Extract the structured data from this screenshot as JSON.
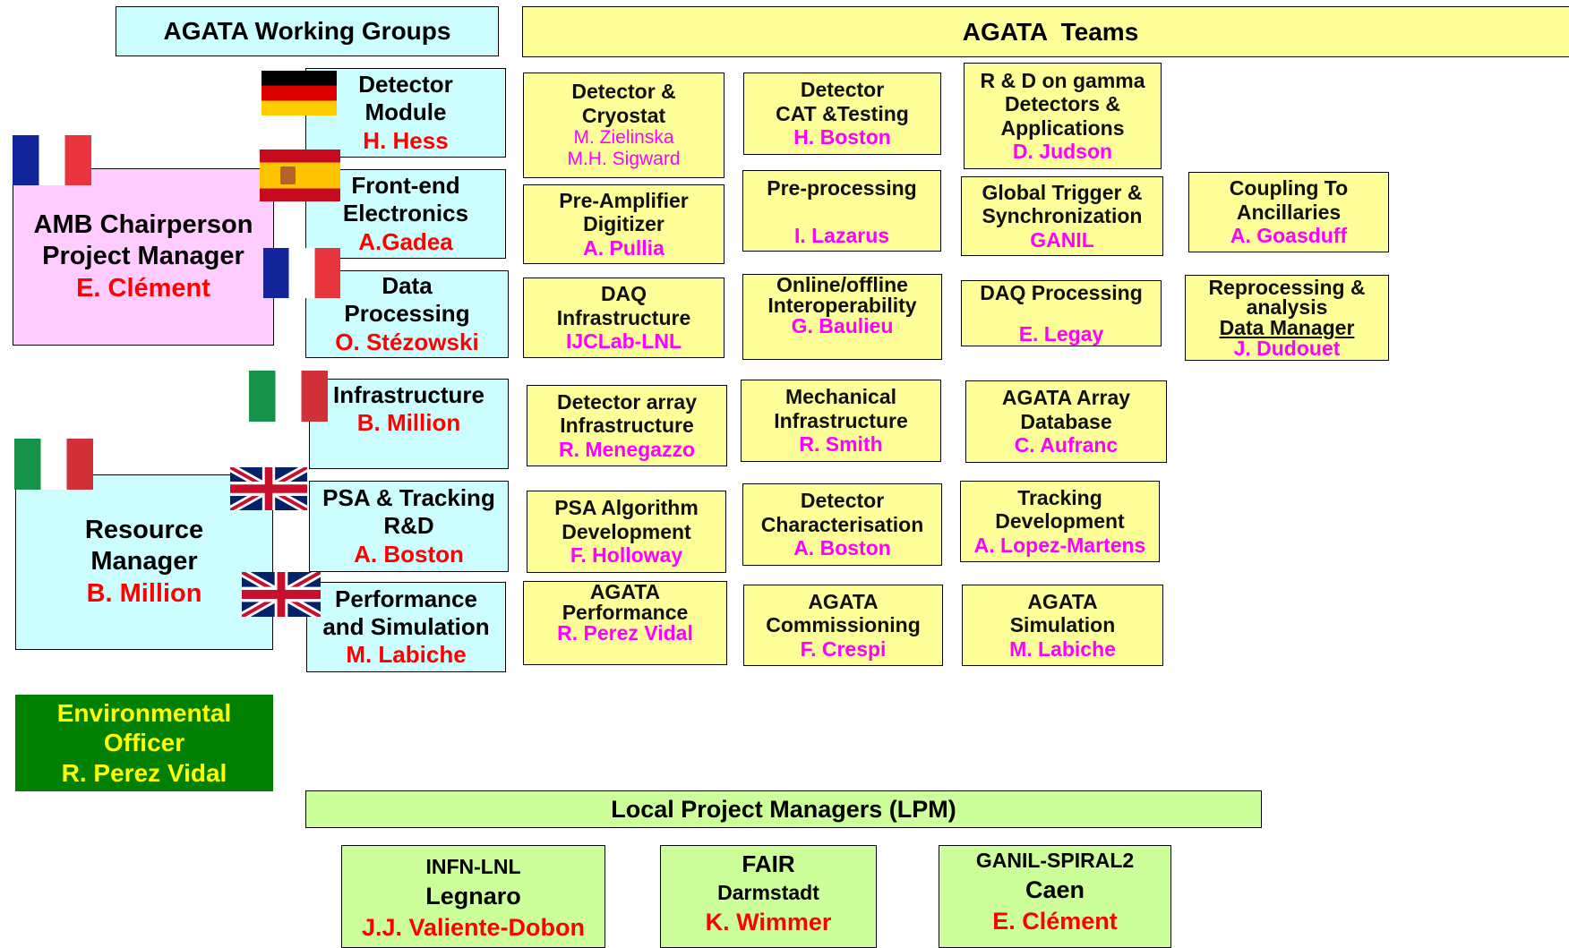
{
  "headers": {
    "working_groups": "AGATA Working Groups",
    "teams": "AGATA  Teams",
    "lpm": "Local Project Managers (LPM)"
  },
  "amb": {
    "title": "AMB Chairperson",
    "subtitle": "Project Manager",
    "name": "E. Clément"
  },
  "resource": {
    "line1": "Resource",
    "line2": "Manager",
    "name": "B. Million"
  },
  "env": {
    "line1": "Environmental",
    "line2": "Officer",
    "name": "R. Perez Vidal"
  },
  "working_groups": [
    {
      "line1": "Detector",
      "line2": "Module",
      "name": "H. Hess"
    },
    {
      "line1": "Front-end",
      "line2": "Electronics",
      "name": "A.Gadea"
    },
    {
      "line1": "Data",
      "line2": "Processing",
      "name": "O. Stézowski"
    },
    {
      "line1": "Infrastructure",
      "name": "B. Million"
    },
    {
      "line1": "PSA & Tracking",
      "line2": "R&D",
      "name": "A. Boston"
    },
    {
      "line1": "Performance",
      "line2": "and Simulation",
      "name": "M. Labiche"
    }
  ],
  "teams": {
    "detector_cryostat": {
      "line1": "Detector &",
      "line2": "Cryostat",
      "name1": "M. Zielinska",
      "name2": "M.H. Sigward"
    },
    "detector_cat": {
      "line1": "Detector",
      "line2": "CAT &Testing",
      "name": "H. Boston"
    },
    "rd_gamma": {
      "line1": "R & D on gamma",
      "line2": "Detectors &",
      "line3": "Applications",
      "name": "D. Judson"
    },
    "preamp": {
      "line1": "Pre-Amplifier",
      "line2": "Digitizer",
      "name": "A. Pullia"
    },
    "preprocessing": {
      "line1": "Pre-processing",
      "name": "I. Lazarus"
    },
    "global_trigger": {
      "line1": "Global Trigger &",
      "line2": "Synchronization",
      "name": "GANIL"
    },
    "coupling": {
      "line1": "Coupling To",
      "line2": "Ancillaries",
      "name": "A. Goasduff"
    },
    "daq_infra": {
      "line1": "DAQ",
      "line2": "Infrastructure",
      "name": "IJCLab-LNL"
    },
    "online_offline": {
      "line1": "Online/offline",
      "line2": "Interoperability",
      "name": "G. Baulieu"
    },
    "daq_processing": {
      "line1": "DAQ Processing",
      "name": "E. Legay"
    },
    "reprocessing": {
      "line1": "Reprocessing &",
      "line2": "analysis",
      "line3": "Data Manager",
      "name": "J. Dudouet"
    },
    "array_infra": {
      "line1": "Detector array",
      "line2": "Infrastructure",
      "name": "R. Menegazzo"
    },
    "mechanical": {
      "line1": "Mechanical",
      "line2": "Infrastructure",
      "name": "R. Smith"
    },
    "array_db": {
      "line1": "AGATA Array",
      "line2": "Database",
      "name": "C. Aufranc"
    },
    "psa_algo": {
      "line1": "PSA Algorithm",
      "line2": "Development",
      "name": "F. Holloway"
    },
    "det_charac": {
      "line1": "Detector",
      "line2": "Characterisation",
      "name": "A. Boston"
    },
    "tracking_dev": {
      "line1": "Tracking",
      "line2": "Development",
      "name": "A. Lopez-Martens"
    },
    "agata_perf": {
      "line1": "AGATA",
      "line2": "Performance",
      "name": "R. Perez Vidal"
    },
    "commissioning": {
      "line1": "AGATA",
      "line2": "Commissioning",
      "name": "F. Crespi"
    },
    "simulation": {
      "line1": "AGATA",
      "line2": "Simulation",
      "name": "M. Labiche"
    }
  },
  "lpms": [
    {
      "lab": "INFN-LNL",
      "site": "Legnaro",
      "name": "J.J. Valiente-Dobon"
    },
    {
      "lab": "FAIR",
      "site": "Darmstadt",
      "name": "K. Wimmer"
    },
    {
      "lab": "GANIL-SPIRAL2",
      "site": "Caen",
      "name": "E. Clément"
    }
  ],
  "flags": [
    "germany-flag",
    "spain-flag",
    "france-flag",
    "italy-flag",
    "uk-flag"
  ],
  "colors": {
    "working_group_bg": "#ccfeff",
    "team_bg": "#ffff99",
    "lpm_bg": "#ccff99",
    "amb_bg": "#ffccff",
    "env_bg": "#008000",
    "name_red": "#ff0000",
    "name_magenta": "#ff00ff"
  }
}
